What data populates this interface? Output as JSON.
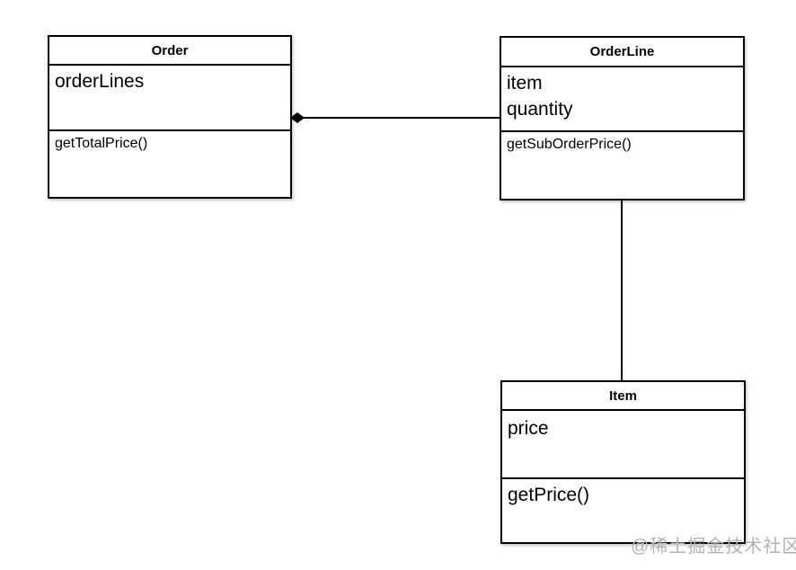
{
  "diagram": {
    "type": "uml-class-diagram",
    "classes": [
      {
        "name": "Order",
        "attributes": [
          "orderLines"
        ],
        "methods": [
          "getTotalPrice()"
        ]
      },
      {
        "name": "OrderLine",
        "attributes": [
          "item",
          "quantity"
        ],
        "methods": [
          "getSubOrderPrice()"
        ]
      },
      {
        "name": "Item",
        "attributes": [
          "price"
        ],
        "methods": [
          "getPrice()"
        ]
      }
    ],
    "relationships": [
      {
        "from": "Order",
        "to": "OrderLine",
        "type": "composition",
        "marker": "filled-diamond-at-order-end",
        "orientation": "horizontal"
      },
      {
        "from": "OrderLine",
        "to": "Item",
        "type": "association",
        "marker": "none",
        "orientation": "vertical"
      }
    ]
  },
  "watermark": {
    "text": "@稀土掘金技术社区"
  },
  "colors": {
    "background": "#ffffff",
    "line": "#000000",
    "text": "#000000",
    "watermark": "#b3b3b3"
  }
}
